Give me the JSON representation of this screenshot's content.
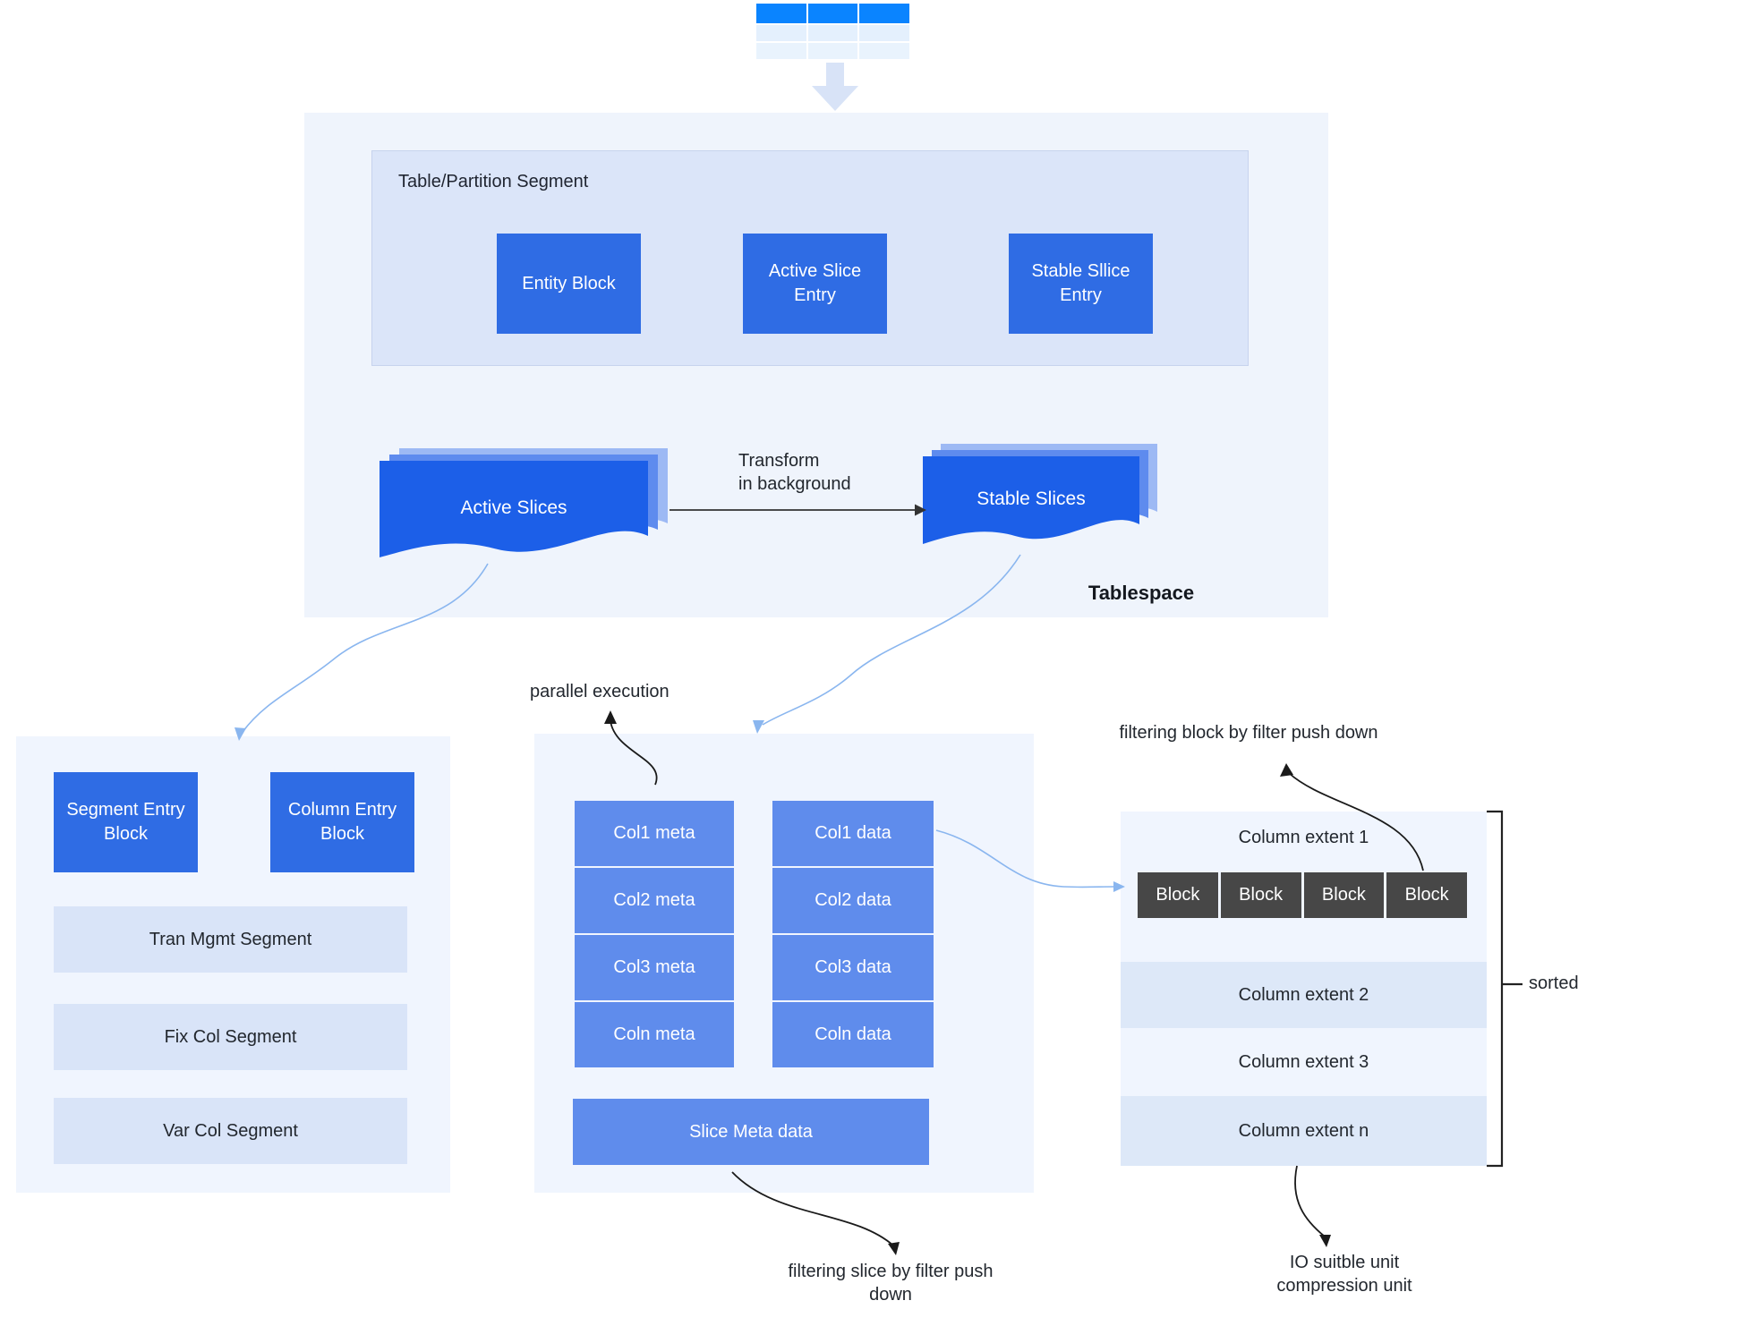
{
  "tablespace": {
    "label": "Tablespace",
    "segment_box": {
      "title": "Table/Partition Segment",
      "blocks": [
        "Entity Block",
        "Active Slice Entry",
        "Stable Sllice Entry"
      ]
    },
    "active_slices": "Active Slices",
    "stable_slices": "Stable Slices",
    "transform_label": "Transform\nin background"
  },
  "annotations": {
    "parallel_execution": "parallel execution",
    "filtering_block": "filtering block by filter push down",
    "filtering_slice": "filtering slice by filter push down",
    "io_unit": "IO suitble unit\ncompression unit",
    "sorted": "sorted"
  },
  "left_box": {
    "blocks": [
      "Segment Entry Block",
      "Column Entry Block"
    ],
    "bars": [
      "Tran Mgmt Segment",
      "Fix Col Segment",
      "Var Col Segment"
    ]
  },
  "slice_box": {
    "meta": [
      "Col1 meta",
      "Col2 meta",
      "Col3 meta",
      "Coln meta"
    ],
    "data": [
      "Col1 data",
      "Col2 data",
      "Col3 data",
      "Coln data"
    ],
    "slice_meta": "Slice Meta data"
  },
  "extent_box": {
    "sections": [
      "Column extent 1",
      "Column extent 2",
      "Column extent 3",
      "Column extent n"
    ],
    "blocks": [
      "Block",
      "Block",
      "Block",
      "Block"
    ]
  },
  "colors": {
    "accent_blue": "#2f6ce4",
    "slice_blue": "#1c5fe8",
    "cell_blue": "#5f8cec",
    "icon_header_blue": "#0a84ff",
    "icon_row_blue": "#e4f0fd",
    "panel_light": "#f0f5fe",
    "panel_tint": "#dde8f8",
    "inner_box": "#dbe5f9",
    "outer_box": "#eff4fc",
    "dark_block": "#474747",
    "connector_blue": "#8ab6ef",
    "arrow_dark": "#333333",
    "soft_arrow": "#d8e3f7"
  }
}
